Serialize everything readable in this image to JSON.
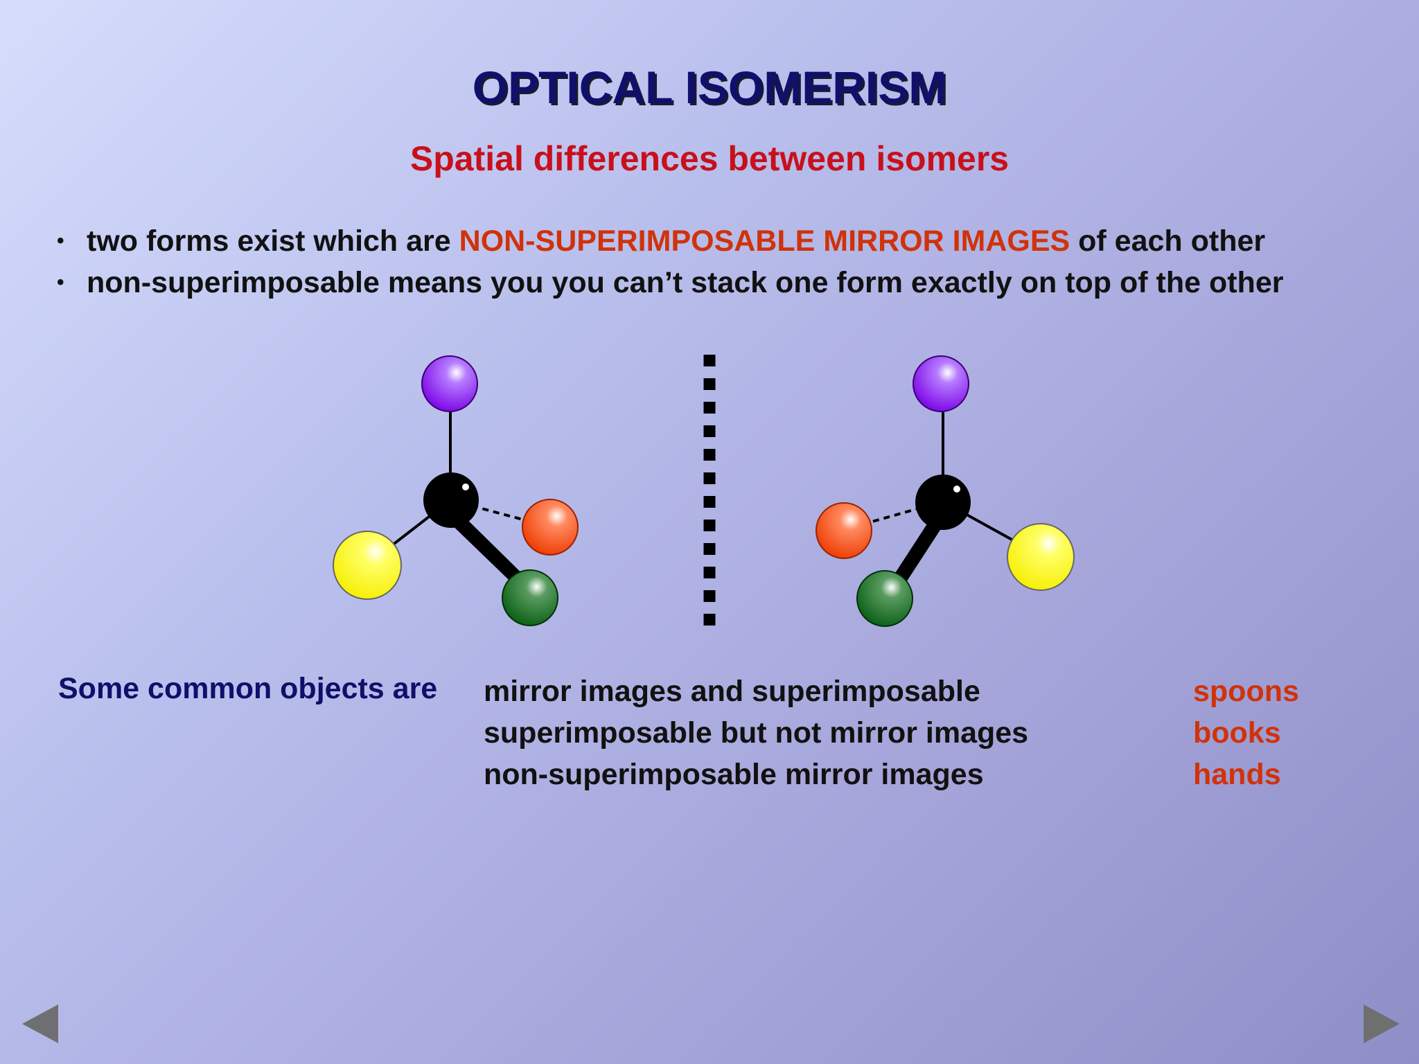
{
  "slide": {
    "title": "OPTICAL ISOMERISM",
    "subtitle": "Spatial differences between isomers",
    "bullets": [
      {
        "prefix": "two forms exist which are ",
        "highlight": "NON-SUPERIMPOSABLE MIRROR IMAGES",
        "suffix": " of each other"
      },
      {
        "text": "non-superimposable means you you can’t stack one form exactly on top of the other"
      }
    ],
    "bullet_marker": "•",
    "objects_label": "Some common objects are",
    "objects": [
      {
        "description": "mirror images and superimposable",
        "example": "spoons"
      },
      {
        "description": "superimposable but not mirror images",
        "example": "books"
      },
      {
        "description": "non-superimposable mirror images",
        "example": "hands"
      }
    ]
  },
  "diagram": {
    "molecules": [
      {
        "name": "left-molecule",
        "atoms": [
          "purple",
          "black",
          "red",
          "yellow",
          "green"
        ]
      },
      {
        "name": "right-molecule",
        "atoms": [
          "purple",
          "black",
          "red",
          "yellow",
          "green"
        ]
      }
    ],
    "mirror_plane": "dashed-line",
    "atom_colors": {
      "purple": "#8a00ff",
      "black": "#000000",
      "red": "#ff4a10",
      "yellow": "#ffff00",
      "green": "#0a6e1a"
    }
  },
  "navigation": {
    "prev_icon": "triangle-left-icon",
    "next_icon": "triangle-right-icon",
    "color": "#6f6f72"
  }
}
